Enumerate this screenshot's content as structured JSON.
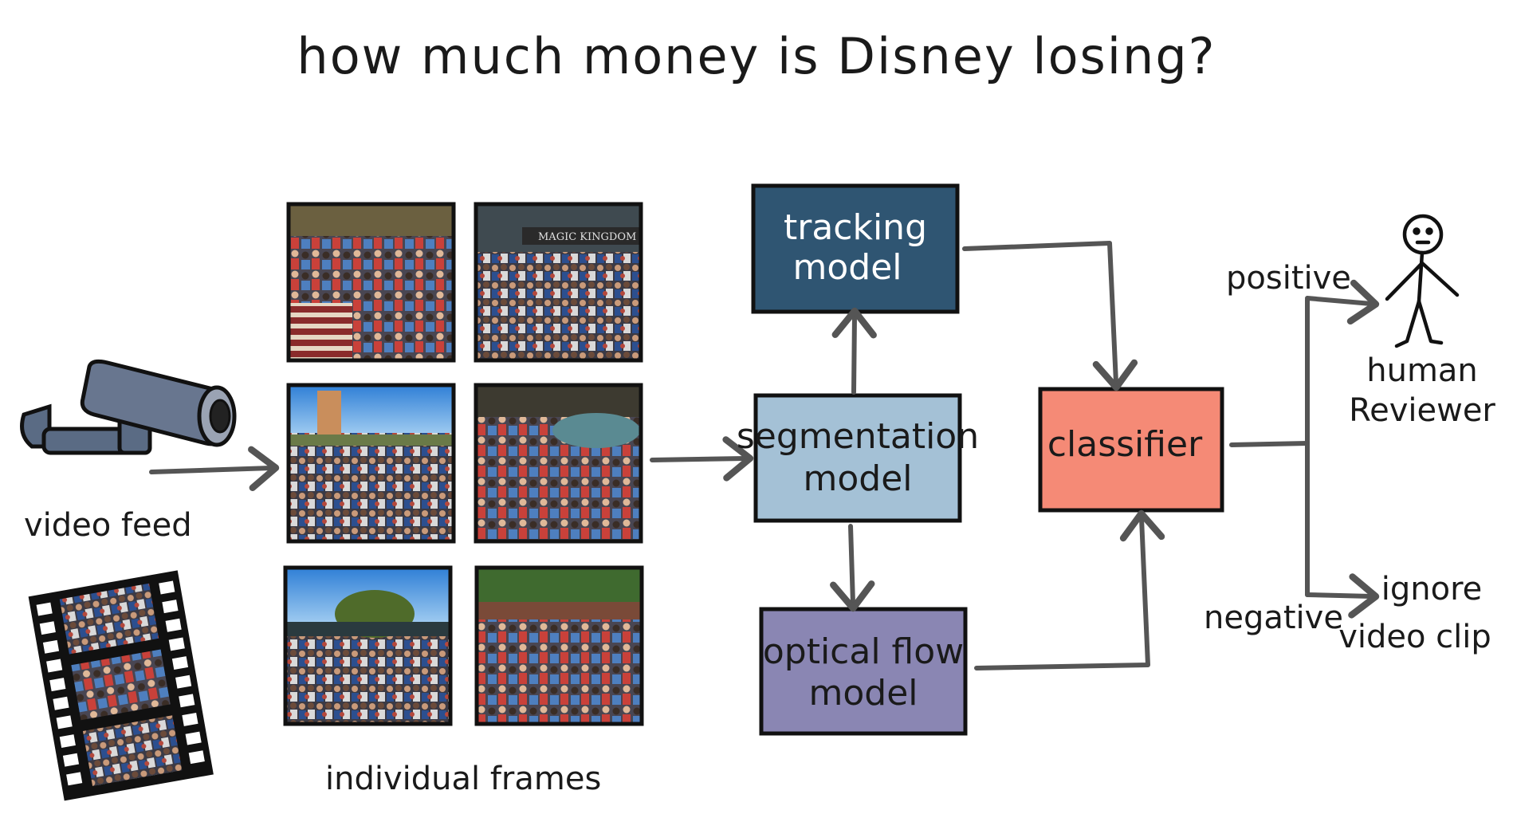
{
  "title": "how much money is Disney losing?",
  "labels": {
    "video_feed": "video feed",
    "individual_frames": "individual frames",
    "positive": "positive",
    "negative": "negative",
    "human_reviewer_line1": "human",
    "human_reviewer_line2": "Reviewer",
    "ignore_line1": "ignore",
    "ignore_line2": "video clip",
    "magic_kingdom_sign": "MAGIC KINGDOM"
  },
  "boxes": {
    "tracking": {
      "line1": "tracking",
      "line2": "model",
      "color": "#2f5572"
    },
    "segmentation": {
      "line1": "segmentation",
      "line2": "model",
      "color": "#a4c1d6"
    },
    "optical_flow": {
      "line1": "optical flow",
      "line2": "model",
      "color": "#8a86b3"
    },
    "classifier": {
      "line1": "classifier",
      "color": "#f58a76"
    }
  },
  "icons": {
    "camera": "security-camera-icon",
    "film": "film-strip-icon",
    "person": "stick-figure-icon"
  }
}
